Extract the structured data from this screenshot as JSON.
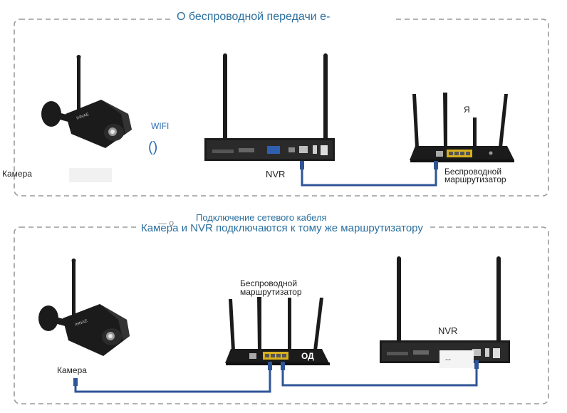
{
  "top_section": {
    "title": "О беспроводной передачи е-",
    "camera_label": "Камера",
    "wifi_label": "WIFI",
    "wifi_symbol": "()",
    "nvr_label": "NVR",
    "router_top_label": "Я",
    "router_label_line1": "Беспроводной",
    "router_label_line2": "маршрутизатор"
  },
  "bottom_section": {
    "dash_marker": "— о",
    "subtitle": "Подключение сетевого кабеля",
    "title": "Камера и NVR подключаются к тому же маршрутизатору",
    "router_label_line1": "Беспроводной",
    "router_label_line2": "маршрутизатор",
    "router_side_label": "ОД",
    "nvr_label": "NVR",
    "nvr_dash": "--",
    "camera_label": "Камера"
  },
  "colors": {
    "frame_dash": "#9a9a9a",
    "title_text": "#2a6f9e",
    "cable": "#2f5597",
    "device_body": "#1b1b1b",
    "port_yellow": "#d8b01e"
  },
  "icons": {
    "camera": "bullet-camera-icon",
    "nvr": "nvr-recorder-icon",
    "router": "wireless-router-icon",
    "wifi": "wifi-icon"
  }
}
